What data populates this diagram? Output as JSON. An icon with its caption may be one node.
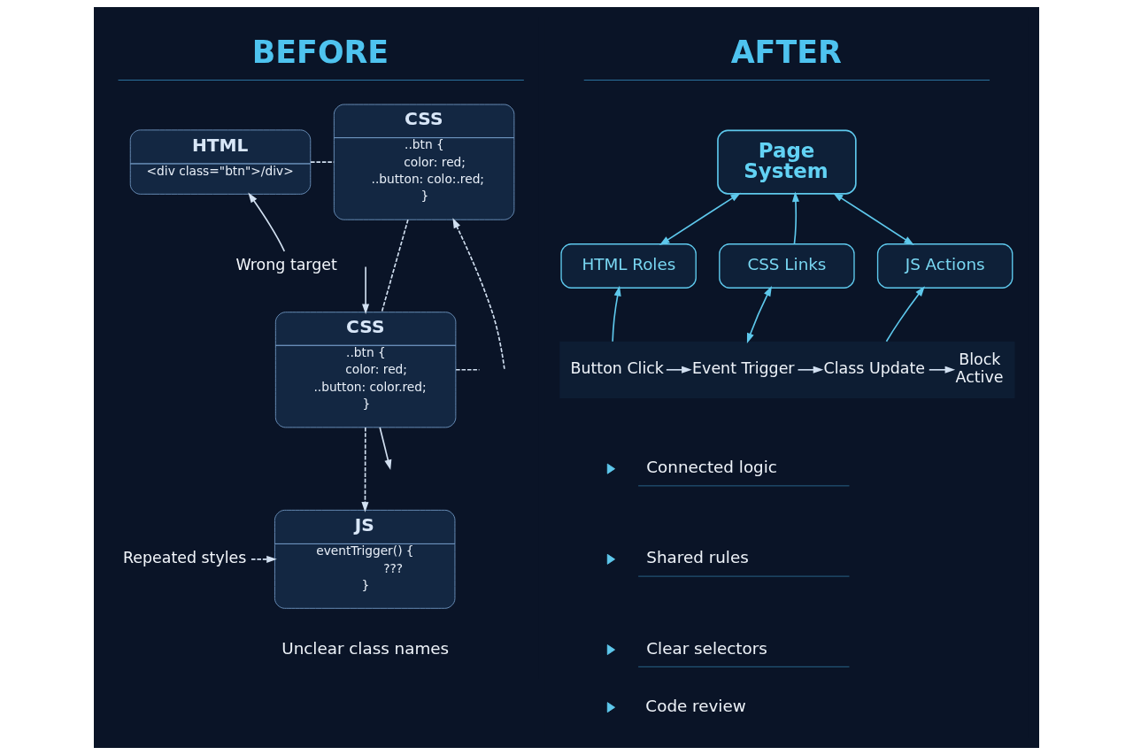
{
  "diagram": {
    "nodes": [
      {
        "text": [
          "HTML",
          "<div class=\"btn\">/div>"
        ]
      },
      {
        "text": [
          "CSS",
          "..btn {",
          "color: red;",
          "..button: colo:.red;",
          "}"
        ]
      },
      {
        "text": [
          "Wrong target"
        ]
      },
      {
        "text": [
          "CSS",
          "..btn {",
          "color: red;",
          "..button: color.red;",
          "}"
        ]
      },
      {
        "text": [
          "JS",
          "eventTrigger() {",
          "???",
          "}"
        ]
      },
      {
        "text": [
          "Repeated styles"
        ]
      },
      {
        "text": [
          "Page System"
        ]
      },
      {
        "text": [
          "HTML Roles"
        ]
      },
      {
        "text": [
          "CSS Links"
        ]
      },
      {
        "text": [
          "JS Actions"
        ]
      },
      {
        "text": [],
        "shape": "bar"
      },
      {
        "text": [
          "Button Click"
        ],
        "in": 10
      },
      {
        "text": [
          "Event Trigger"
        ],
        "in": 10
      },
      {
        "text": [
          "Class Update"
        ],
        "in": 10
      },
      {
        "text": [
          "Block Active"
        ],
        "in": 10
      }
    ],
    "edges": [
      {
        "from": 0,
        "to": 1,
        "arrow": "none",
        "style": "dashed"
      },
      {
        "from": 2,
        "to": 0,
        "arrow": "to"
      },
      {
        "from": 1,
        "to": 3,
        "arrow": "none",
        "style": "dashed"
      },
      {
        "from": null,
        "to": 3,
        "arrow": "to"
      },
      {
        "from": 3,
        "to": null,
        "arrow": "to"
      },
      {
        "from": 3,
        "to": null,
        "arrow": "none",
        "style": "dashed"
      },
      {
        "from": null,
        "to": 1,
        "arrow": "to",
        "style": "dashed"
      },
      {
        "from": 3,
        "to": 4,
        "arrow": "to",
        "style": "dashed"
      },
      {
        "from": 5,
        "to": 4,
        "arrow": "to",
        "style": "dashed"
      },
      {
        "from": 6,
        "to": 7,
        "arrow": "both",
        "color": "#5ec8ec"
      },
      {
        "from": 6,
        "to": 9,
        "arrow": "both",
        "color": "#5ec8ec"
      },
      {
        "from": 8,
        "to": 6,
        "arrow": "to",
        "color": "#5ec8ec"
      },
      {
        "from": 10,
        "to": 7,
        "arrow": "to",
        "color": "#5ec8ec"
      },
      {
        "from": 10,
        "to": 8,
        "arrow": "both",
        "color": "#5ec8ec"
      },
      {
        "from": 10,
        "to": 9,
        "arrow": "to",
        "color": "#5ec8ec"
      },
      {
        "from": 11,
        "to": 12,
        "arrow": "to"
      },
      {
        "from": 12,
        "to": 13,
        "arrow": "to"
      },
      {
        "from": 13,
        "to": 14,
        "arrow": "to"
      }
    ],
    "labels": [
      "BEFORE",
      "Unclear class names",
      "AFTER",
      "Connected logic",
      "Shared rules",
      "Clear selectors",
      "Code review"
    ]
  }
}
